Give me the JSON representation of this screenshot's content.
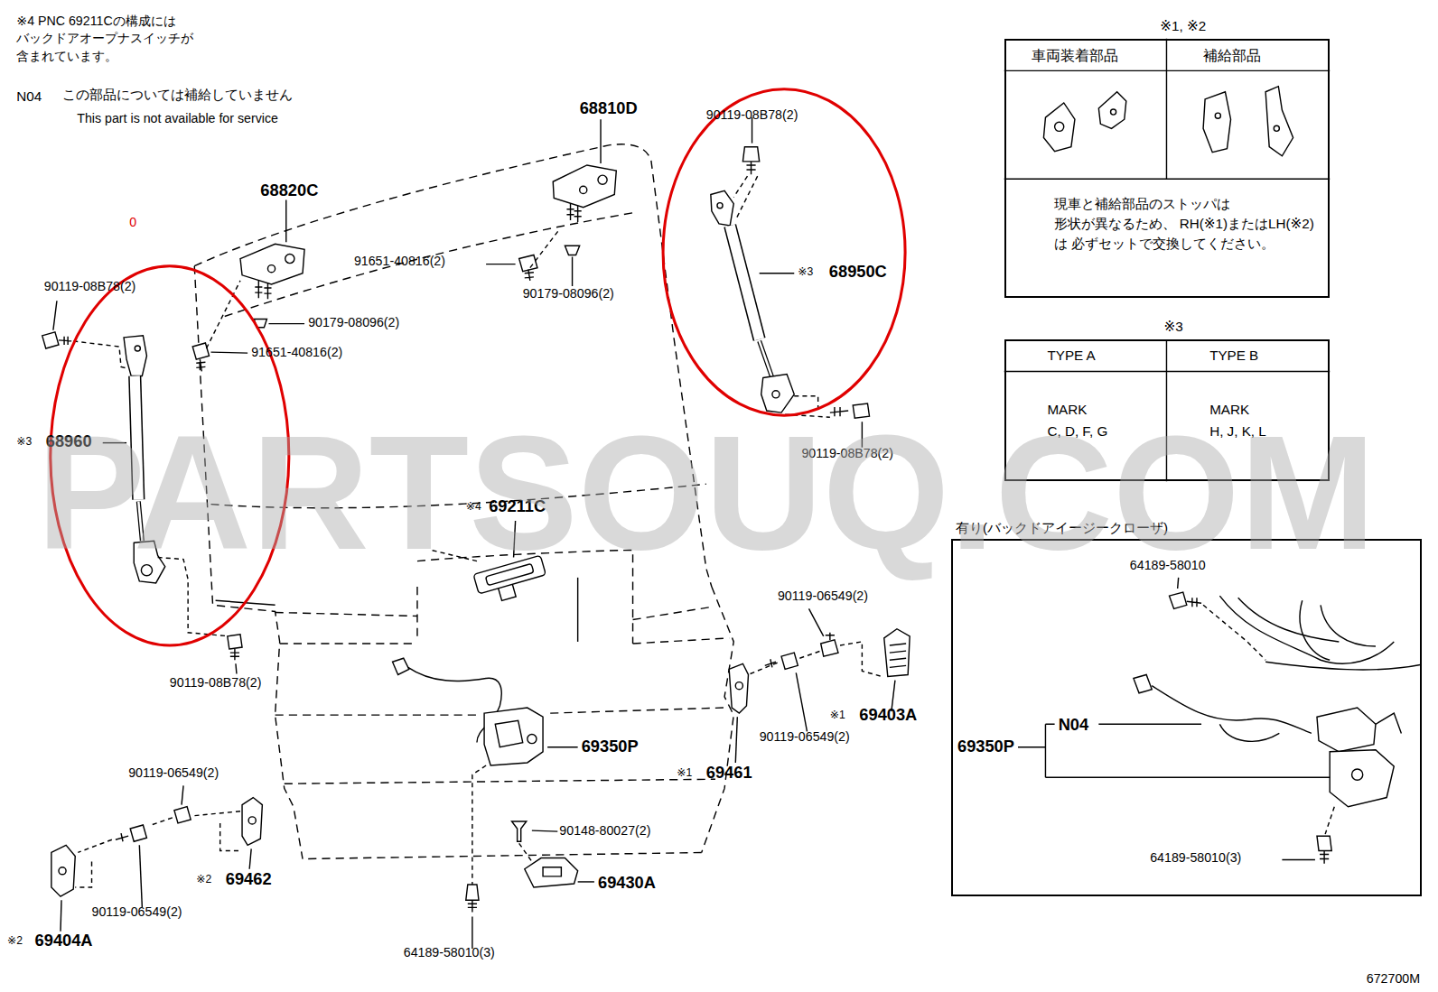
{
  "diagram": {
    "nodes": [
      {
        "text": [
          "※1, ※2",
          "車両装着部品",
          "補給部品",
          "現車と補給部品のストッパは 形状が異なるため、 RH(※1)またはLH(※2)は 必ずセットで交換してください。"
        ]
      },
      {
        "text": [
          "※3",
          "TYPE A",
          "TYPE B",
          "MARK",
          "C, D, F, G",
          "MARK",
          "H, J, K, L"
        ]
      },
      {
        "text": [
          "有り(バックドアイージークローザ)"
        ]
      }
    ],
    "labels": [
      "※4 PNC 69211Cの構成には バックドアオープナスイッチが 含まれています。",
      "N04",
      "この部品については補給していません",
      "This part is not available for service",
      "0",
      "68810D",
      "68820C",
      "90119-08B78(2)",
      "※3",
      "68950C",
      "90119-08B78(2)",
      "91651-40816(2)",
      "90179-08096(2)",
      "90119-08B78(2)",
      "90179-08096(2)",
      "91651-40816(2)",
      "※3",
      "68960",
      "※4",
      "69211C",
      "90119-08B78(2)",
      "90119-06549(2)",
      "※1",
      "69403A",
      "90119-06549(2)",
      "69350P",
      "※1",
      "69461",
      "90119-06549(2)",
      "※2",
      "69462",
      "90148-80027(2)",
      "69430A",
      "90119-06549(2)",
      "※2",
      "69404A",
      "64189-58010(3)",
      "64189-58010",
      "N04",
      "69350P",
      "64189-58010(3)",
      "672700M",
      "PARTSOUQ.COM"
    ]
  }
}
